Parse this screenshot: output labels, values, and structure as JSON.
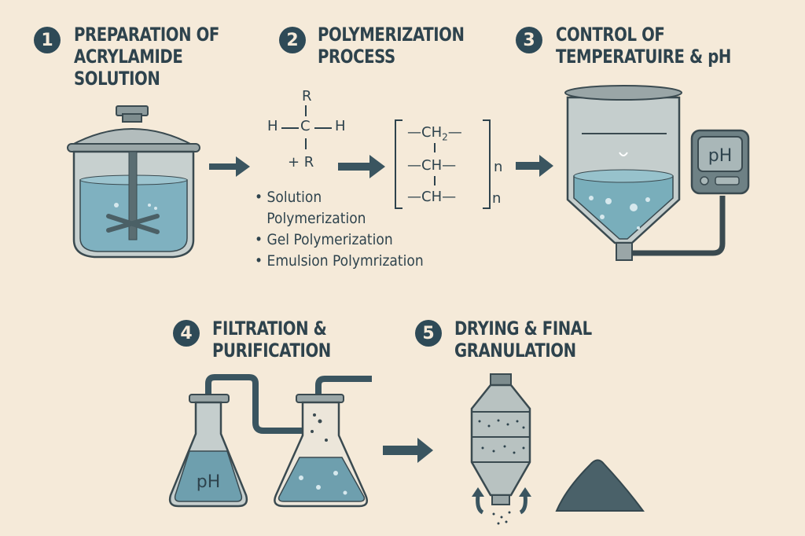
{
  "colors": {
    "background": "#f5ead9",
    "accent": "#2e4a57",
    "liquid": "#6fa3b3",
    "metal": "#a7b4b6"
  },
  "steps": [
    {
      "num": "1",
      "title_lines": [
        "PREPARATION OF",
        "ACRYLAMIDE",
        "SOLUTION"
      ],
      "icon": "stirred-reactor-icon"
    },
    {
      "num": "2",
      "title_lines": [
        "POLYMERIZATION",
        "PROCESS"
      ],
      "icon": "chemical-formula",
      "monomer": {
        "top": "R",
        "left": "H",
        "center": "C",
        "right": "H",
        "bottom": "+ R"
      },
      "polymer": {
        "rows": [
          "CH",
          "CH",
          "CH"
        ],
        "sub": "2",
        "repeat": "n",
        "repeat2": "n"
      },
      "methods": [
        "Solution",
        "Polymerization",
        "Gel Polymerization",
        "Emulsion Polymrization"
      ]
    },
    {
      "num": "3",
      "title_lines": [
        "CONTROL OF",
        "TEMPERATUIRE & pH"
      ],
      "icon": "tank-with-ph-meter-icon",
      "meter_label": "pH"
    },
    {
      "num": "4",
      "title_lines": [
        "FILTRATION &",
        "PURIFICATION"
      ],
      "icon": "flasks-icon",
      "flask_label": "pH"
    },
    {
      "num": "5",
      "title_lines": [
        "DRYING & FINAL",
        "GRANULATION"
      ],
      "icon": "dryer-and-granules-icon"
    }
  ]
}
